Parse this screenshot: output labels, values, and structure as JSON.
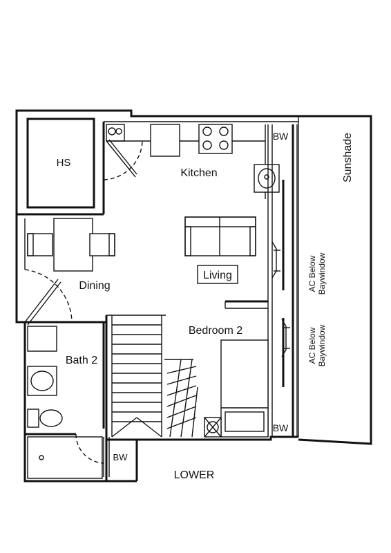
{
  "rooms": {
    "hs": "HS",
    "kitchen": "Kitchen",
    "living": "Living",
    "dining": "Dining",
    "bedroom2": "Bedroom 2",
    "bath2": "Bath 2",
    "sunshade": "Sunshade"
  },
  "annotations": {
    "bw_top": "BW",
    "bw_bottom_right": "BW",
    "bw_bottom_left": "BW",
    "ac_upper_line1": "AC Below",
    "ac_upper_line2": "Baywindow",
    "ac_lower_line1": "AC Below",
    "ac_lower_line2": "Baywindow"
  },
  "level": "LOWER"
}
